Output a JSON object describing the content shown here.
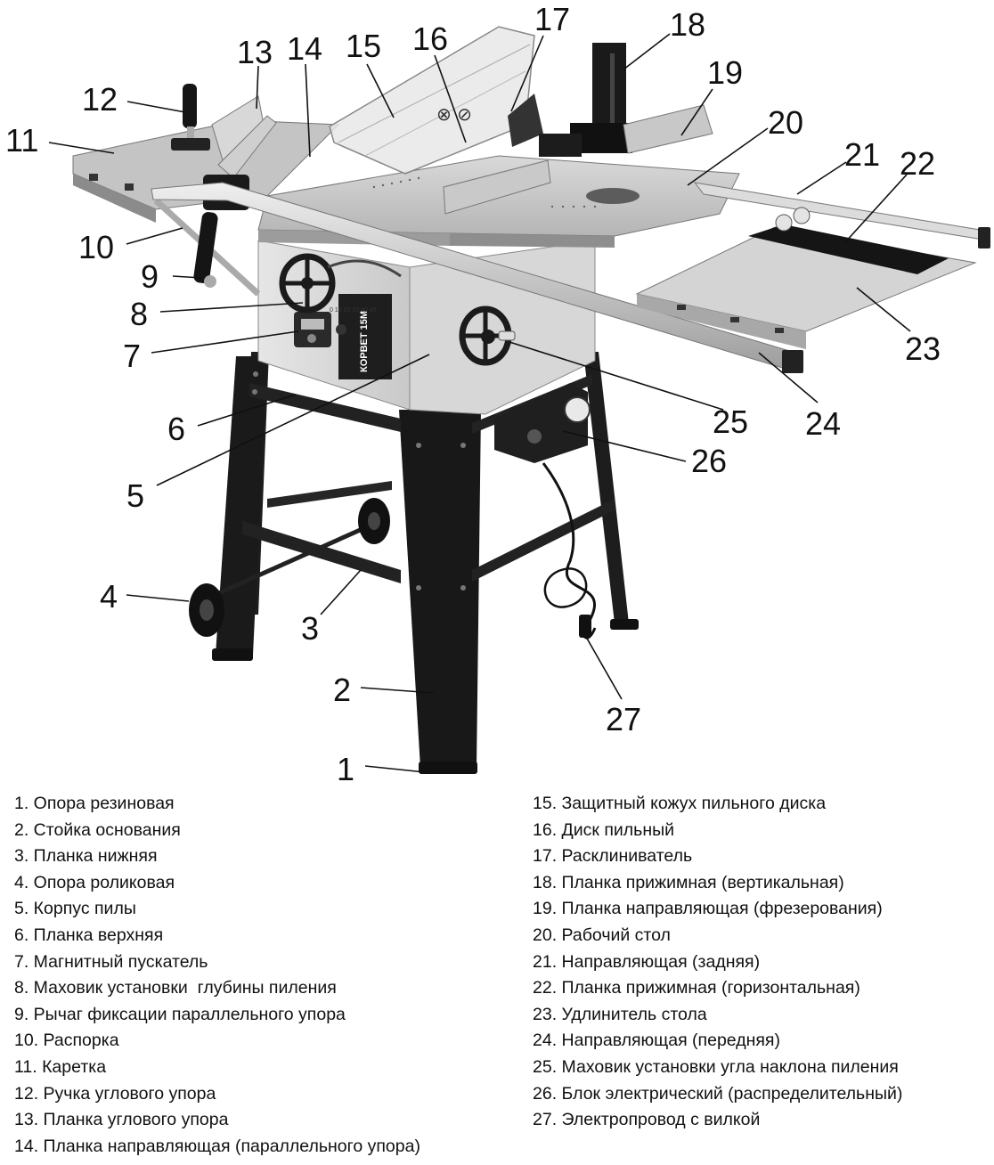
{
  "callouts": [
    "1",
    "2",
    "3",
    "4",
    "5",
    "6",
    "7",
    "8",
    "9",
    "10",
    "11",
    "12",
    "13",
    "14",
    "15",
    "16",
    "17",
    "18",
    "19",
    "20",
    "21",
    "22",
    "23",
    "24",
    "25",
    "26",
    "27"
  ],
  "machine_labels": {
    "brand": "КОРВЕТ 15М",
    "scale": "0  10  20  30  40  45"
  },
  "legend": {
    "left": [
      "1. Опора резиновая",
      "2. Стойка основания",
      "3. Планка нижняя",
      "4. Опора роликовая",
      "5. Корпус пилы",
      "6. Планка верхняя",
      "7. Магнитный пускатель",
      "8. Маховик установки  глубины пиления",
      "9. Рычаг фиксации параллельного упора",
      "10. Распорка",
      "11. Каретка",
      "12. Ручка углового упора",
      "13. Планка углового упора",
      "14. Планка направляющая (параллельного упора)"
    ],
    "right": [
      "15. Защитный кожух пильного диска",
      "16. Диск пильный",
      "17. Расклиниватель",
      "18. Планка прижимная (вертикальная)",
      "19. Планка направляющая (фрезерования)",
      "20. Рабочий стол",
      "21. Направляющая (задняя)",
      "22. Планка прижимная (горизонтальная)",
      "23. Удлинитель стола",
      "24. Направляющая (передняя)",
      "25. Маховик установки угла наклона пиления",
      "26. Блок электрический (распределительный)",
      "27. Электропровод с вилкой"
    ]
  }
}
